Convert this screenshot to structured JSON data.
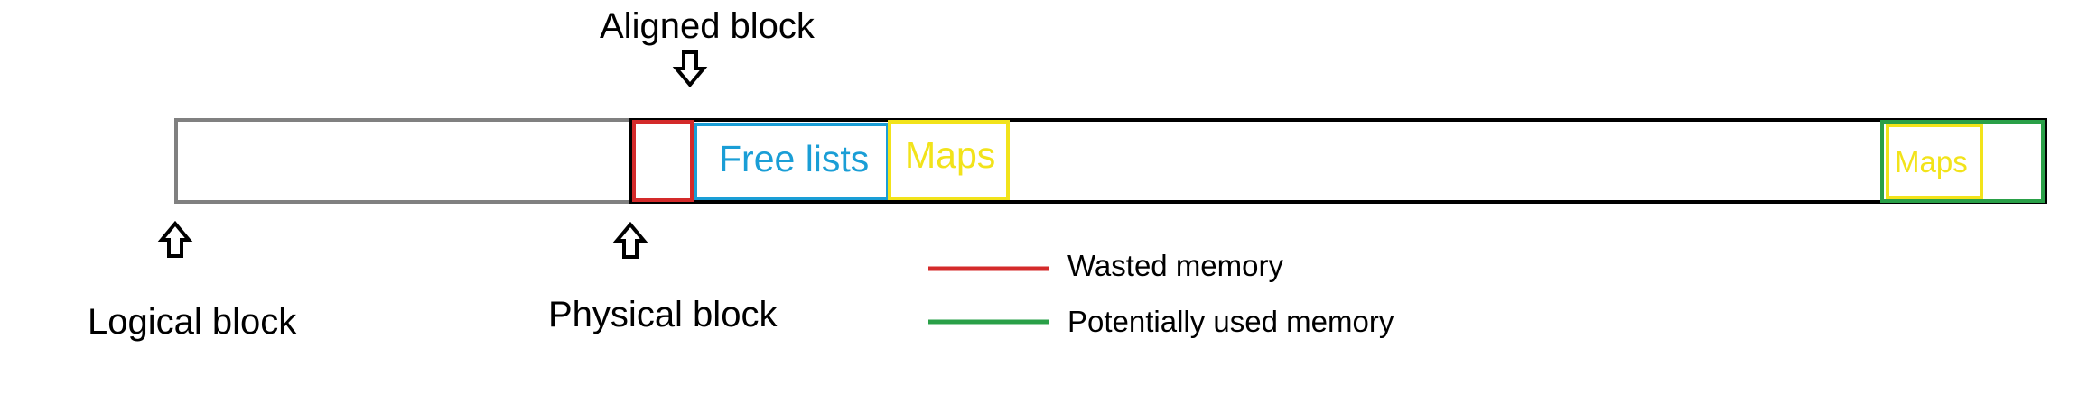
{
  "labels": {
    "aligned_block": "Aligned block",
    "logical_block": "Logical block",
    "physical_block": "Physical block",
    "free_lists": "Free lists",
    "maps_left": "Maps",
    "maps_right": "Maps"
  },
  "legend": [
    {
      "label": "Wasted memory",
      "color": "#d42a2a"
    },
    {
      "label": "Potentially used memory",
      "color": "#2aa048"
    }
  ],
  "colors": {
    "logical_region": "#808080",
    "wasted": "#d42a2a",
    "free_lists": "#1a9ed6",
    "maps": "#f2e31a",
    "used_region": "#2aa048",
    "main_block": "#000000",
    "text": "#000000"
  },
  "icons": {
    "arrow": "hollow-arrow-icon"
  }
}
